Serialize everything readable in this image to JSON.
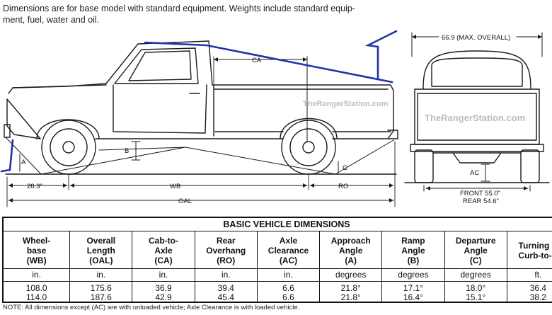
{
  "intro": {
    "line1": "Dimensions are for base model with standard equipment. Weights include standard equip-",
    "line2": "ment, fuel, water and oil."
  },
  "diagram": {
    "watermark": "TheRangerStation.com",
    "labels": {
      "ca": "CA",
      "b": "B",
      "a": "A",
      "c": "C",
      "ac": "AC",
      "front_dim": "28.3\"",
      "wb": "WB",
      "ro": "RO",
      "oal": "OAL",
      "max_overall": "66.9 (MAX. OVERALL)",
      "front_track": "FRONT 55.0\"",
      "rear_track": "REAR 54.6\""
    },
    "line_color": "#1a1a1a",
    "annotation_color": "#2233aa"
  },
  "table": {
    "title": "BASIC VEHICLE DIMENSIONS",
    "columns": [
      {
        "header": [
          "Wheel-",
          "base",
          "(WB)"
        ],
        "unit": "in.",
        "values": [
          "108.0",
          "114.0"
        ]
      },
      {
        "header": [
          "Overall",
          "Length",
          "(OAL)"
        ],
        "unit": "in.",
        "values": [
          "175.6",
          "187.6"
        ]
      },
      {
        "header": [
          "Cab-to-",
          "Axle",
          "(CA)"
        ],
        "unit": "in.",
        "values": [
          "36.9",
          "42.9"
        ]
      },
      {
        "header": [
          "Rear",
          "Overhang",
          "(RO)"
        ],
        "unit": "in.",
        "values": [
          "39.4",
          "45.4"
        ]
      },
      {
        "header": [
          "Axle",
          "Clearance",
          "(AC)"
        ],
        "unit": "in.",
        "values": [
          "6.6",
          "6.6"
        ]
      },
      {
        "header": [
          "Approach",
          "Angle",
          "(A)"
        ],
        "unit": "degrees",
        "values": [
          "21.8°",
          "21.8°"
        ]
      },
      {
        "header": [
          "Ramp",
          "Angle",
          "(B)"
        ],
        "unit": "degrees",
        "values": [
          "17.1°",
          "16.4°"
        ]
      },
      {
        "header": [
          "Departure",
          "Angle",
          "(C)"
        ],
        "unit": "degrees",
        "values": [
          "18.0°",
          "15.1°"
        ]
      },
      {
        "header": [
          "Turning D",
          "Curb-to-C",
          ""
        ],
        "unit": "ft.",
        "values": [
          "36.4",
          "38.2"
        ]
      }
    ],
    "note": "NOTE: All dimensions except (AC) are with unloaded vehicle; Axle Clearance is with loaded vehicle."
  }
}
